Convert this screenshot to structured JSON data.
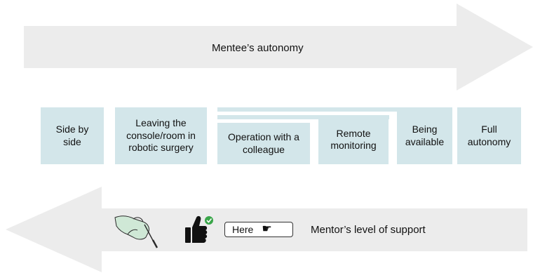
{
  "top_arrow": {
    "label": "Mentee’s autonomy",
    "color": "#ececec"
  },
  "bottom_arrow": {
    "label": "Mentor’s level of support",
    "color": "#ececec"
  },
  "stages": [
    {
      "label_lines": [
        "Side by",
        "side"
      ]
    },
    {
      "label_lines": [
        "Leaving the",
        "console/room in",
        "robotic surgery"
      ]
    },
    {
      "label_lines": [
        "Operation with a",
        "colleague"
      ]
    },
    {
      "label_lines": [
        "Remote",
        "monitoring"
      ]
    },
    {
      "label_lines": [
        "Being",
        "available"
      ]
    },
    {
      "label_lines": [
        "Full",
        "autonomy"
      ]
    }
  ],
  "box_color": "#d3e6ea",
  "here_box": {
    "label": "Here",
    "pointer_icon": "pointing-hand-icon"
  },
  "icons": [
    "gloved-hand-icon",
    "thumbs-up-check-icon",
    "pointing-hand-icon"
  ],
  "check_color": "#3aa64a"
}
